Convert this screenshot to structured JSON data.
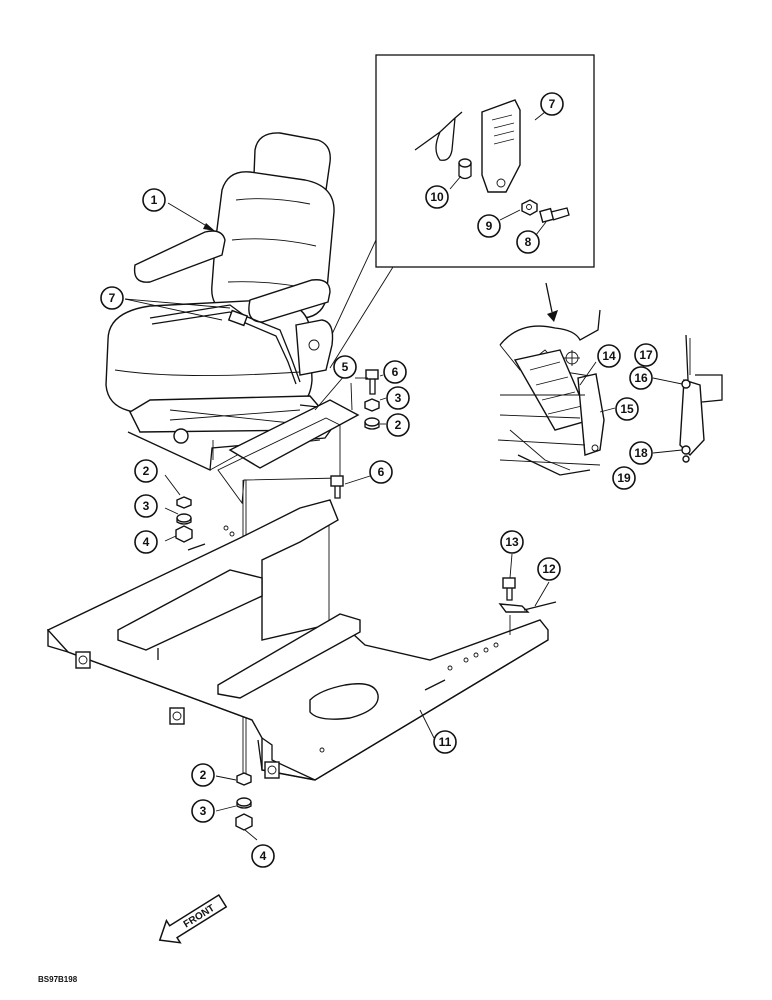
{
  "drawing_code": "BS97B198",
  "front_label": "FRONT",
  "callouts": [
    {
      "id": "c1",
      "num": "1"
    },
    {
      "id": "c7a",
      "num": "7"
    },
    {
      "id": "c5",
      "num": "5"
    },
    {
      "id": "c6a",
      "num": "6"
    },
    {
      "id": "c3a",
      "num": "3"
    },
    {
      "id": "c2a",
      "num": "2"
    },
    {
      "id": "c2b",
      "num": "2"
    },
    {
      "id": "c3b",
      "num": "3"
    },
    {
      "id": "c4a",
      "num": "4"
    },
    {
      "id": "c6b",
      "num": "6"
    },
    {
      "id": "c7b",
      "num": "7"
    },
    {
      "id": "c10",
      "num": "10"
    },
    {
      "id": "c9",
      "num": "9"
    },
    {
      "id": "c8",
      "num": "8"
    },
    {
      "id": "c14",
      "num": "14"
    },
    {
      "id": "c15",
      "num": "15"
    },
    {
      "id": "c17",
      "num": "17"
    },
    {
      "id": "c16",
      "num": "16"
    },
    {
      "id": "c18",
      "num": "18"
    },
    {
      "id": "c19",
      "num": "19"
    },
    {
      "id": "c13",
      "num": "13"
    },
    {
      "id": "c12",
      "num": "12"
    },
    {
      "id": "c11",
      "num": "11"
    },
    {
      "id": "c2c",
      "num": "2"
    },
    {
      "id": "c3c",
      "num": "3"
    },
    {
      "id": "c4b",
      "num": "4"
    }
  ]
}
